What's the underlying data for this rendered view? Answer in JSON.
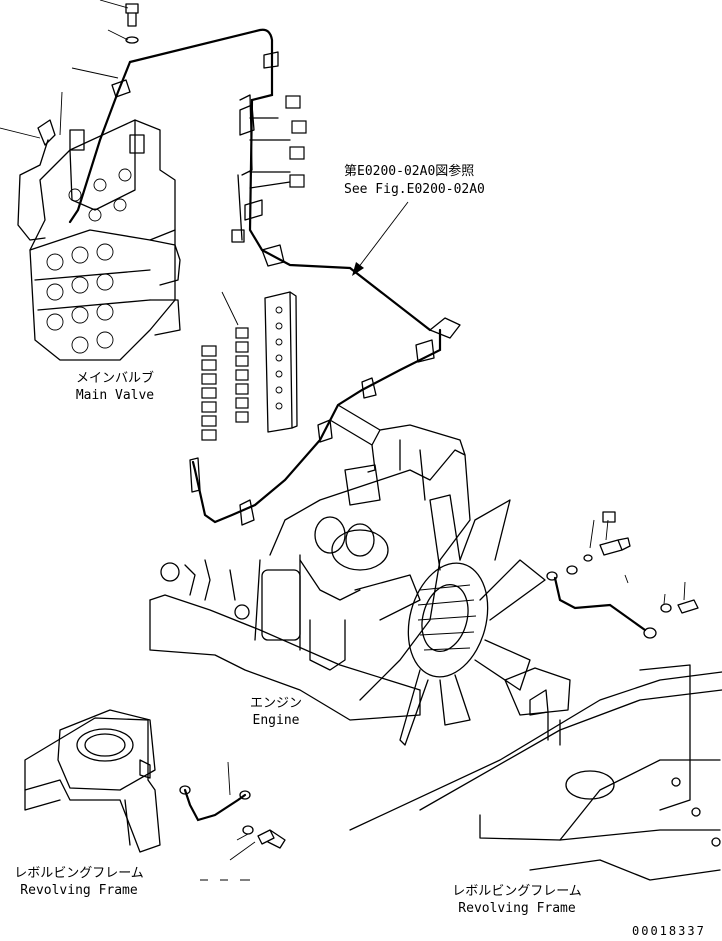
{
  "labels": {
    "ref_jp": "第E0200-02A0図参照",
    "ref_en": "See Fig.E0200-02A0",
    "main_valve_jp": "メインバルブ",
    "main_valve_en": "Main Valve",
    "engine_jp": "エンジン",
    "engine_en": "Engine",
    "frame_left_jp": "レボルビングフレーム",
    "frame_left_en": "Revolving Frame",
    "frame_right_jp": "レボルビングフレーム",
    "frame_right_en": "Revolving Frame",
    "drawing_no": "00018337"
  }
}
